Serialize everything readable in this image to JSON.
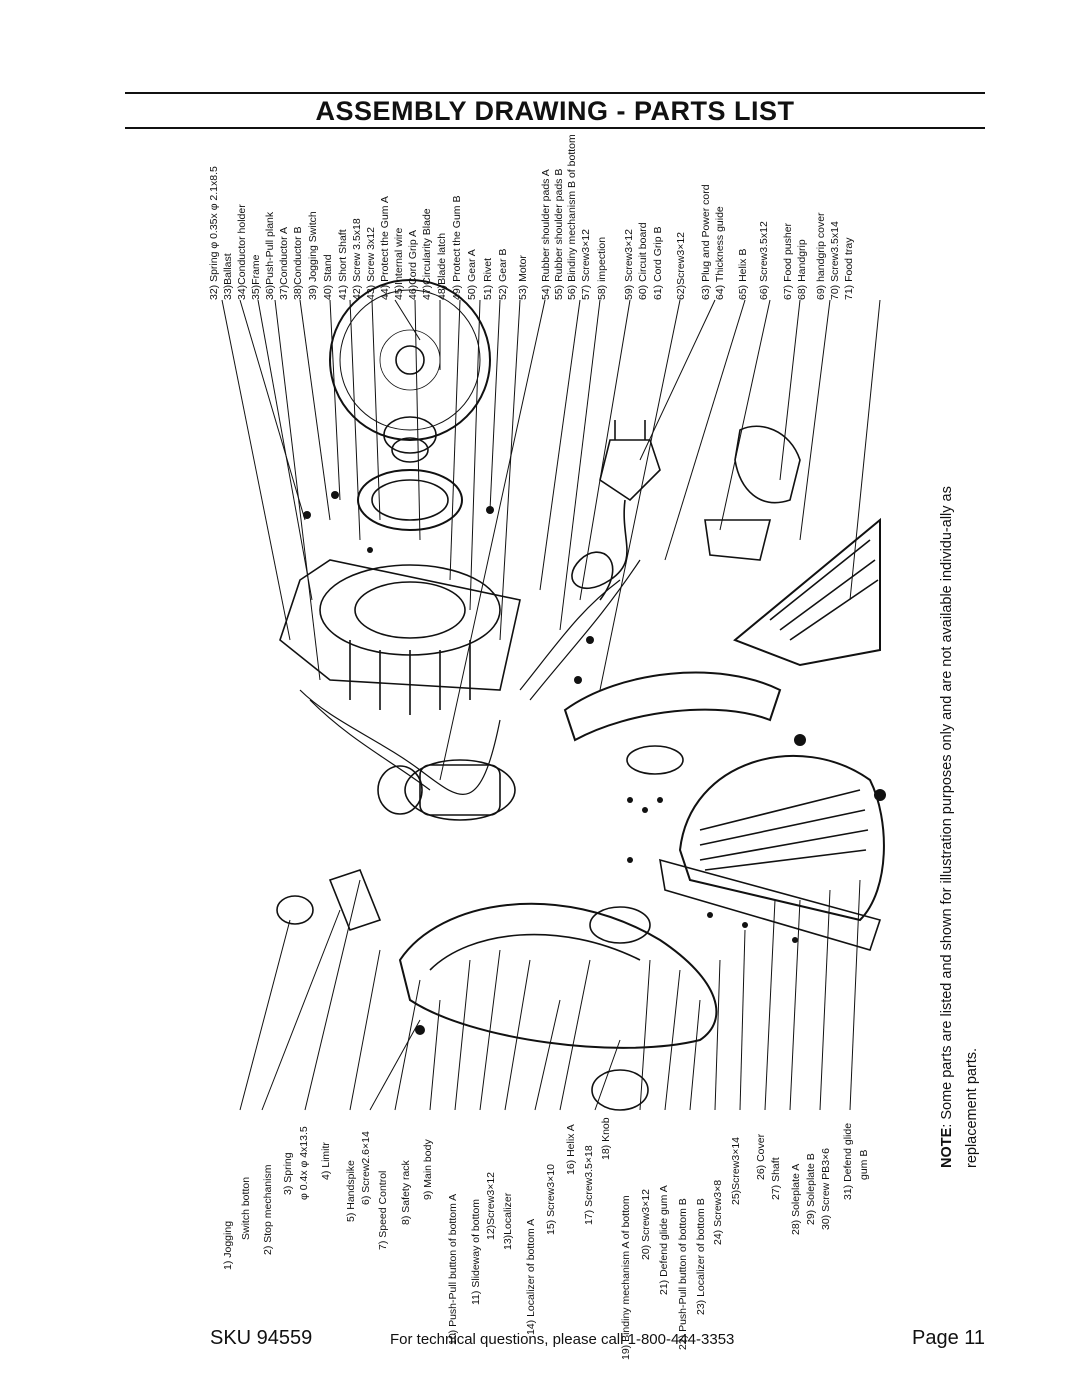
{
  "header": {
    "title": "ASSEMBLY DRAWING - PARTS LIST"
  },
  "parts_bottom": [
    "1) Jogging",
    "Switch botton",
    "2) Stop mechanism",
    "3) Spring",
    "φ 0.4x φ 4x13.5",
    "4) Limitr",
    "5) Handspike",
    "6) Screw2.6×14",
    "7) Speed Control",
    "8) Safety rack",
    "9) Main body",
    "10) Push-Pull button of bottom A",
    "11) Slideway of bottom",
    "12)Screw3×12",
    "13)Localizer",
    "14) Localizer of bottom A",
    "15) Screw3×10",
    "16) Helix A",
    "17) Screw3.5×18",
    "18) Knob",
    "19) Bindiny mechanism A of bottom",
    "20) Screw3×12",
    "21) Defend glide gum A",
    "22) Push-Pull button of bottom B",
    "23) Localizer of bottom B",
    "24) Screw3×8",
    "25)Screw3×14",
    "26) Cover",
    "27) Shaft",
    "28) Soleplate A",
    "29) Soleplate B",
    "30) Screw PB3×6",
    "31) Defend glide",
    "gum B"
  ],
  "parts_top": [
    "32) Spring φ 0.35x φ 2.1x8.5",
    "33)Ballast",
    "34)Conductor holder",
    "35)Frame",
    "36)Push-Pull plank",
    "37)Conductor A",
    "38)Conductor B",
    "39) Jogging Switch",
    "40) Stand",
    "41) Short Shaft",
    "42) Screw 3.5x18",
    "43) Screw 3x12",
    "44) Protect the Gum A",
    "45)Internal wire",
    "46)Cord Grip A",
    "47)Circularity Blade",
    "48)Blade latch",
    "49) Protect the Gum B",
    "50) Gear A",
    "51) Rivet",
    "52) Gear B",
    "53) Motor",
    "54) Rubber shoulder pads A",
    "55) Rubber shoulder pads B",
    "56) Bindiny mechanism B of bottom",
    "57) Screw3×12",
    "58) impection",
    "59) Screw3×12",
    "60) Circuit board",
    "61) Cord Grip B",
    "62)Screw3×12",
    "63) Plug and Power cord",
    "64) Thickness guide",
    "65) Helix B",
    "66) Screw3.5x12",
    "67) Food pusher",
    "68) Handgrip",
    "69) handgrip cover",
    "70) Screw3.5x14",
    "71) Food tray"
  ],
  "note": {
    "label": "NOTE",
    "text": ": Some parts are listed and shown for illustration purposes only and are not available individu-ally as replacement parts."
  },
  "footer": {
    "sku": "SKU  94559",
    "tech": "For technical questions, please call 1-800-444-3353",
    "page": "Page 11"
  }
}
